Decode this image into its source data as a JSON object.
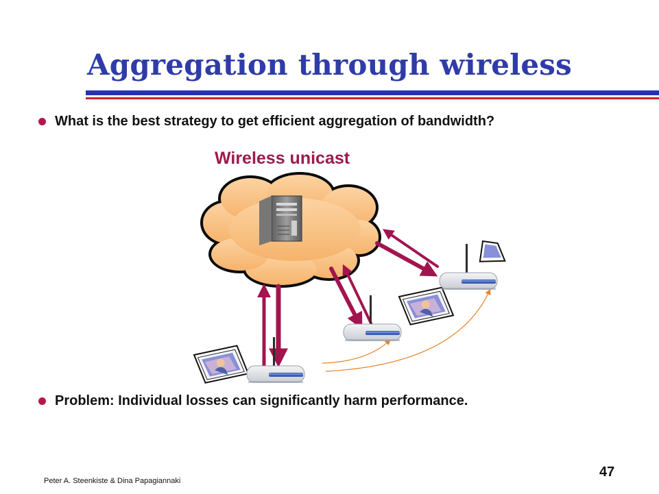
{
  "slide": {
    "title": "Aggregation through wireless",
    "subtitle": "Wireless unicast",
    "bullets": [
      "What is the best strategy to get efficient aggregation of bandwidth?",
      "Problem:  Individual losses can significantly harm performance."
    ],
    "footer_author": "Peter A. Steenkiste & Dina Papagiannaki",
    "page_number": "47"
  },
  "colors": {
    "title": "#2f3ca8",
    "subtitle": "#9b1b4c",
    "bullet": "#b5174d",
    "rule_blue": "#2432b8",
    "rule_red": "#c8242c",
    "cloud": "#f9bf80",
    "arrow": "#a3144f",
    "curve": "#e8822a"
  },
  "icons": [
    "server-icon",
    "router-icon",
    "photo-icon"
  ]
}
